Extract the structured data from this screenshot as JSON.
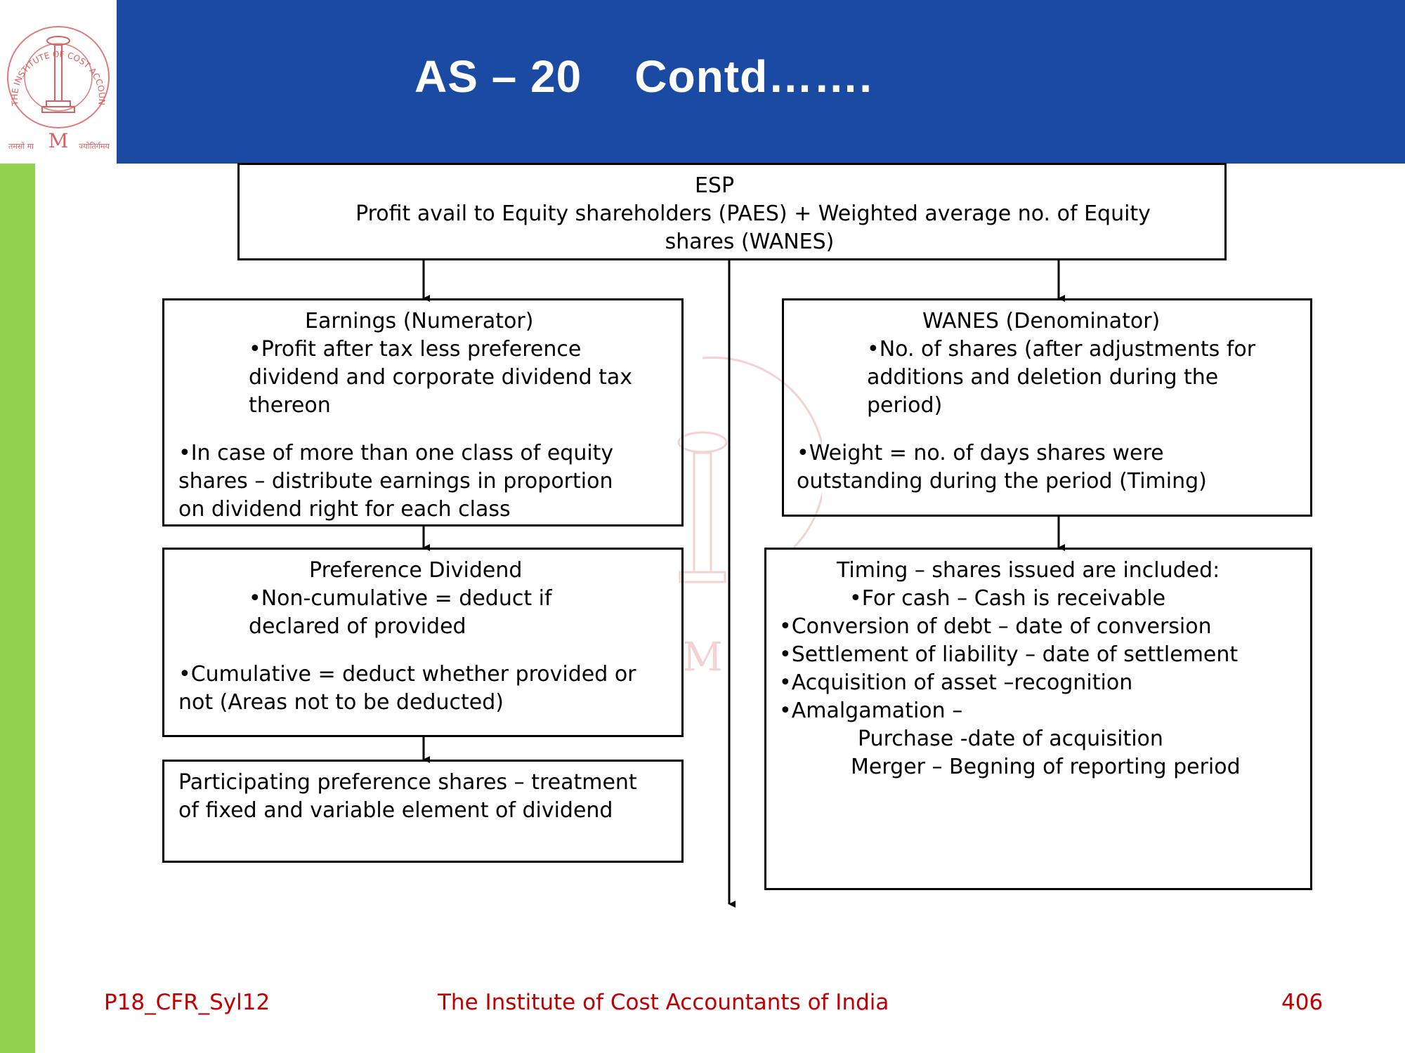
{
  "header": {
    "title": "AS – 20    Contd……."
  },
  "logo": {
    "ring_text": "THE INSTITUTE OF COST ACCOUNTANTS OF INDIA",
    "motto_left": "तमसो मा",
    "motto_right": "ज्योतिर्गमय",
    "monogram": "M"
  },
  "colors": {
    "header_bg": "#1a4aa1",
    "left_strip": "#92d050",
    "footer_text": "#c00000"
  },
  "esp_box": {
    "heading": "ESP",
    "line1": "Profit avail to Equity shareholders (PAES) + Weighted average no. of Equity",
    "line2": "shares (WANES)"
  },
  "earnings_box": {
    "heading": "Earnings (Numerator)",
    "bullet1": [
      "•Profit after tax less preference",
      "dividend and corporate dividend tax",
      "thereon"
    ],
    "bullet2": [
      "•In case of more than one class of equity",
      "shares – distribute earnings in proportion",
      "on dividend right for each class"
    ]
  },
  "wanes_box": {
    "heading": "WANES (Denominator)",
    "bullet1": [
      "•No. of shares (after adjustments for",
      "additions and deletion during the",
      "period)"
    ],
    "bullet2": [
      "•Weight = no. of days shares were",
      "outstanding during the period (Timing)"
    ]
  },
  "preference_box": {
    "heading": "Preference Dividend",
    "bullet1": [
      "•Non-cumulative = deduct if",
      "declared of provided"
    ],
    "bullet2": [
      "•Cumulative = deduct whether provided or",
      "not (Areas not to be deducted)"
    ]
  },
  "participating_box": {
    "lines": [
      "Participating preference shares – treatment",
      "of fixed and variable element of dividend"
    ]
  },
  "timing_box": {
    "heading": "Timing – shares issued are included:",
    "items": [
      "•For cash – Cash is receivable",
      "•Conversion of debt – date of conversion",
      "•Settlement of liability – date of settlement",
      "•Acquisition of asset –recognition",
      "•Amalgamation –",
      "Purchase -date of acquisition",
      "Merger – Begning of reporting period"
    ]
  },
  "footer": {
    "code": "P18_CFR_Syl12",
    "institute": "The Institute of Cost Accountants of India",
    "page": "406"
  }
}
